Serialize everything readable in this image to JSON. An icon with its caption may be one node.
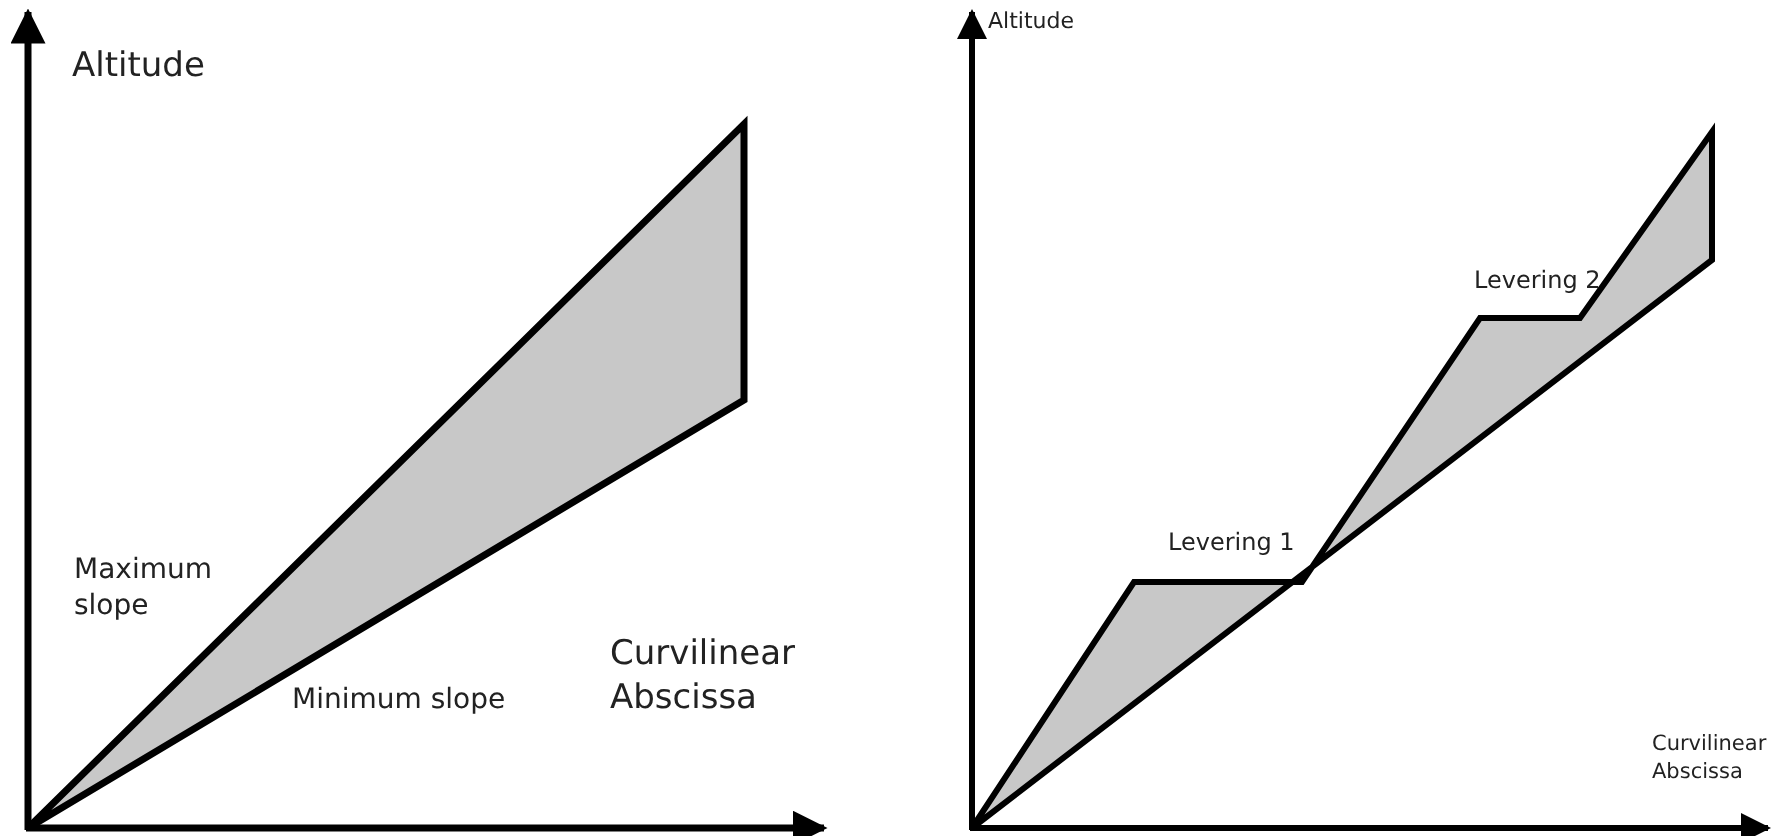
{
  "diagram": {
    "labels": [
      "Altitude",
      "Maximum slope",
      "Minimum slope",
      "Curvilinear Abscissa",
      "Altitude",
      "Levering 1",
      "Levering 2",
      "Curvilinear Abscissa"
    ]
  }
}
